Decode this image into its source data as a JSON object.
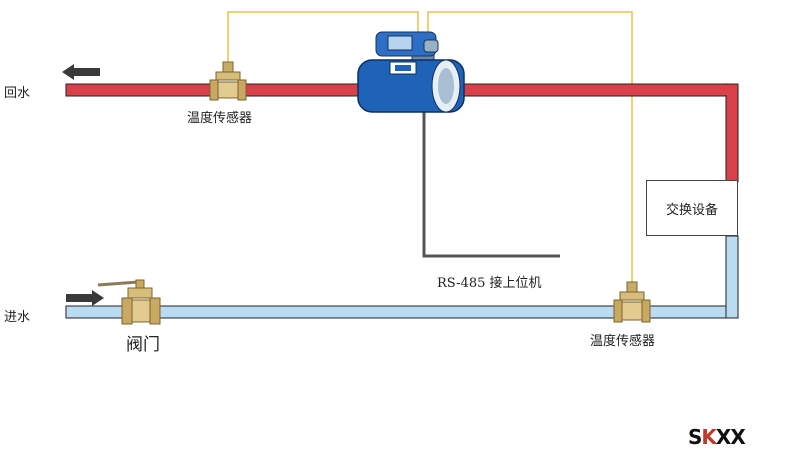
{
  "labels": {
    "return_water": "回水",
    "inlet_water": "进水",
    "temp_sensor_top": "温度传感器",
    "temp_sensor_bottom": "温度传感器",
    "valve": "阀门",
    "rs485": "RS-485 接上位机",
    "heat_exchanger": "交换设备"
  },
  "logo": {
    "text": "SKXX"
  },
  "colors": {
    "return_pipe": "#d9414a",
    "inlet_pipe": "#b9dcf2",
    "signal_wire": "#e8c04a",
    "rs485_cable": "#555555",
    "meter_body": "#1f63b8"
  },
  "icons": {
    "return_arrow": "arrow-left-icon",
    "inlet_arrow": "arrow-right-icon"
  }
}
